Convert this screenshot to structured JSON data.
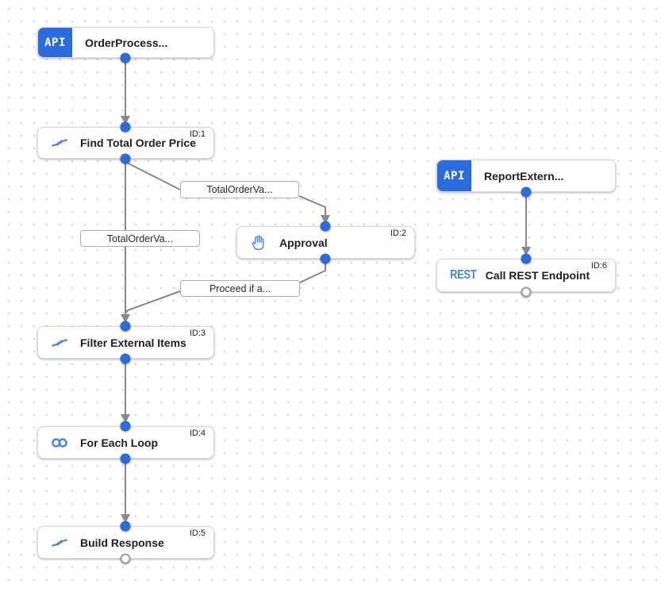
{
  "canvas": {
    "type": "integration-workflow-editor",
    "colors": {
      "accent_blue": "#2a6cdf",
      "icon_blue": "#4285f4",
      "edge_gray": "#85898d",
      "node_border": "#d7dade",
      "grid_dot": "#d5d5d5",
      "text_dark": "#202124"
    }
  },
  "nodes": [
    {
      "title": "OrderProcess...",
      "badge": "API",
      "icon": "api-trigger-badge",
      "id_label": ""
    },
    {
      "title": "Find Total Order Price",
      "icon": "data-mapping-icon",
      "id_label": "ID:1"
    },
    {
      "title": "ReportExtern...",
      "badge": "API",
      "icon": "api-trigger-badge",
      "id_label": ""
    },
    {
      "title": "Approval",
      "icon": "hand-approval-icon",
      "id_label": "ID:2"
    },
    {
      "title": "Call REST Endpoint",
      "badge": "REST",
      "icon": "rest-badge",
      "id_label": "ID:6"
    },
    {
      "title": "Filter External Items",
      "icon": "data-mapping-icon",
      "id_label": "ID:3"
    },
    {
      "title": "For Each Loop",
      "icon": "loop-icon",
      "id_label": "ID:4"
    },
    {
      "title": "Build Response",
      "icon": "data-mapping-icon",
      "id_label": "ID:5"
    }
  ],
  "edge_labels": [
    {
      "text": "TotalOrderVa..."
    },
    {
      "text": "TotalOrderVa..."
    },
    {
      "text": "Proceed if a..."
    }
  ],
  "edges": [
    {
      "from": "OrderProcess...",
      "to": "Find Total Order Price"
    },
    {
      "from": "Find Total Order Price",
      "to": "Approval",
      "label": "TotalOrderVa..."
    },
    {
      "from": "Find Total Order Price",
      "to": "Filter External Items",
      "label": "TotalOrderVa..."
    },
    {
      "from": "Approval",
      "to": "Filter External Items",
      "label": "Proceed if a..."
    },
    {
      "from": "Filter External Items",
      "to": "For Each Loop"
    },
    {
      "from": "For Each Loop",
      "to": "Build Response"
    },
    {
      "from": "ReportExtern...",
      "to": "Call REST Endpoint"
    }
  ]
}
